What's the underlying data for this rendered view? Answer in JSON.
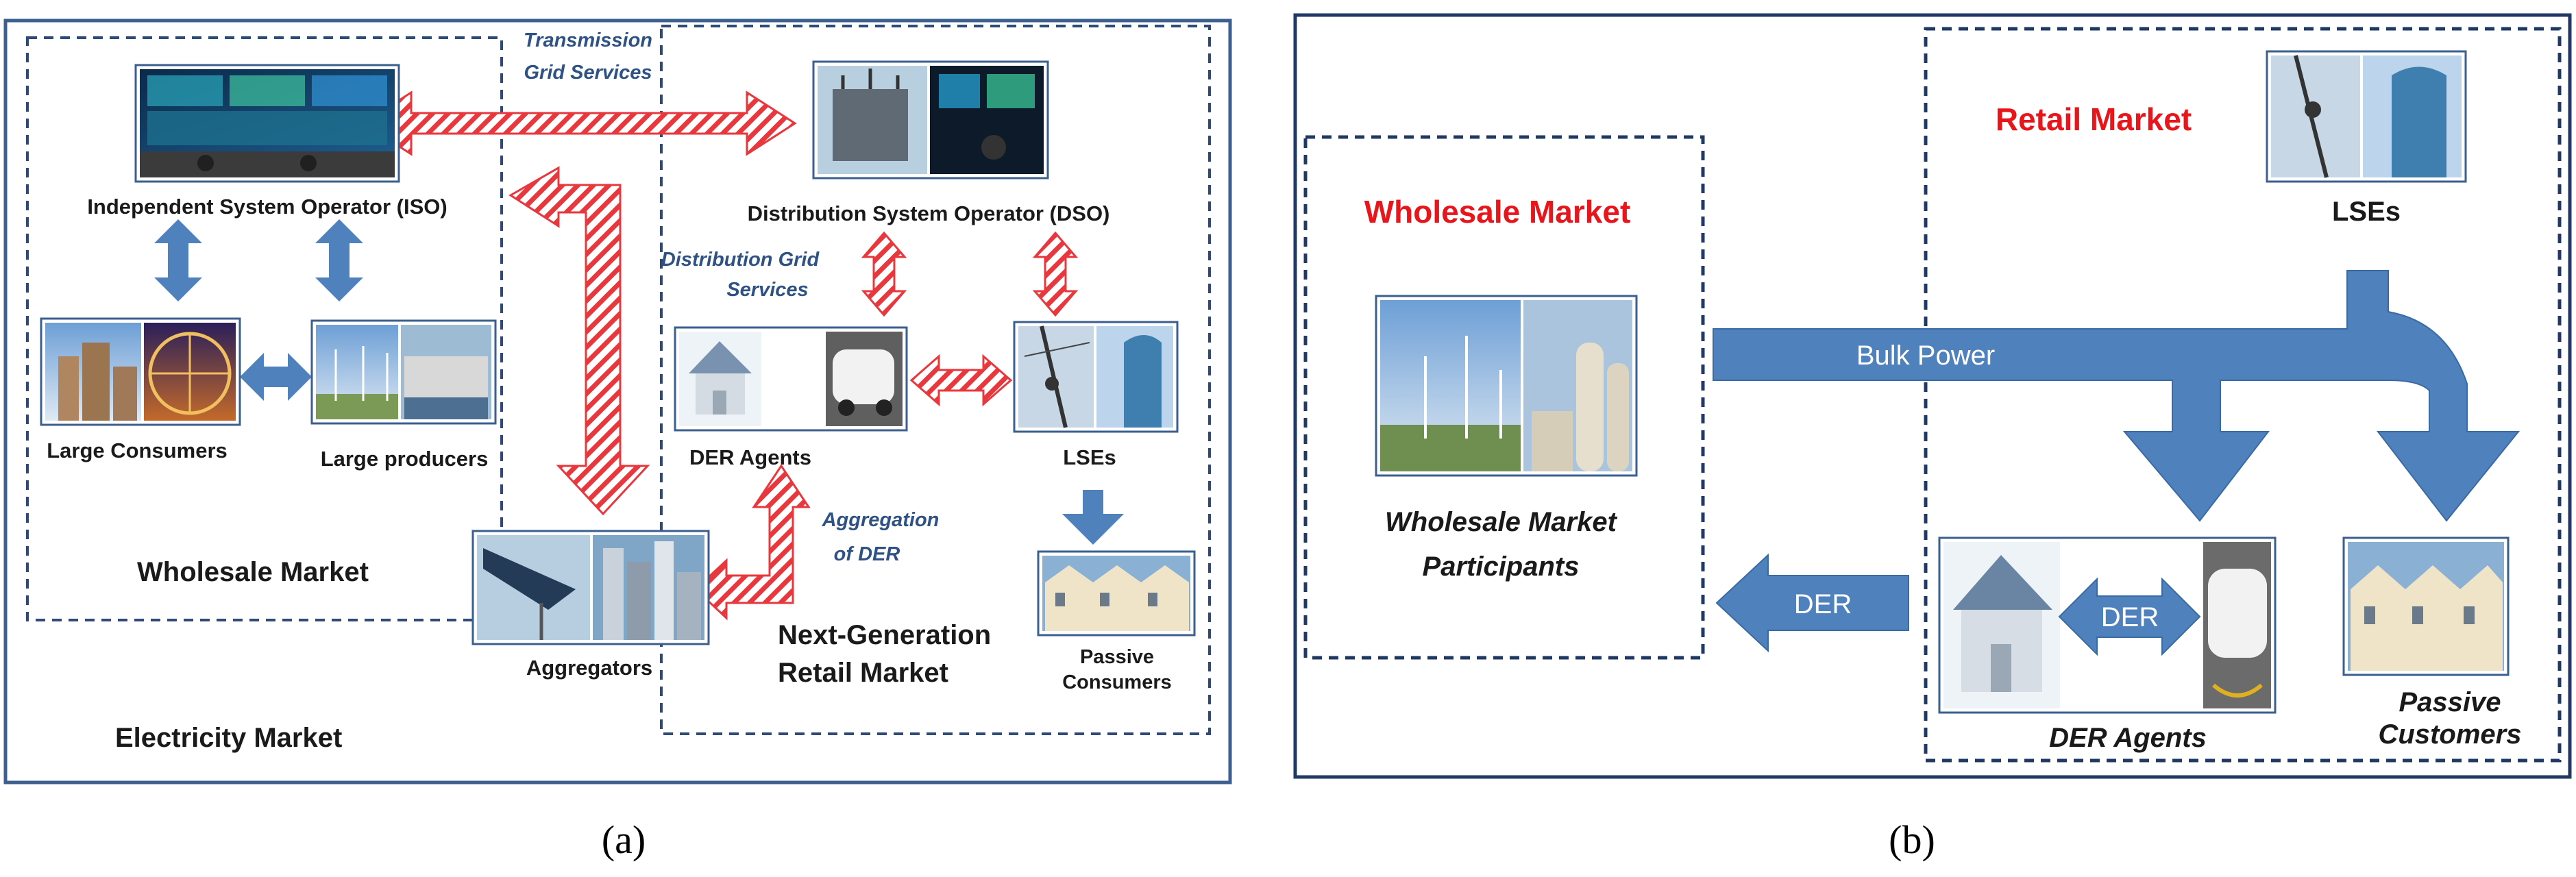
{
  "panel_a": {
    "caption": "(a)",
    "nodes": {
      "iso": "Independent System Operator (ISO)",
      "dso": "Distribution System Operator (DSO)",
      "large_consumers": "Large Consumers",
      "large_producers": "Large producers",
      "der_agents": "DER Agents",
      "lses": "LSEs",
      "aggregators": "Aggregators",
      "passive_consumers_1": "Passive",
      "passive_consumers_2": "Consumers"
    },
    "annotations": {
      "transmission_1": "Transmission",
      "transmission_2": "Grid  Services",
      "distribution_1": "Distribution Grid",
      "distribution_2": "Services",
      "aggregation_1": "Aggregation",
      "aggregation_2": "of DER"
    },
    "regions": {
      "wholesale": "Wholesale Market",
      "retail_1": "Next-Generation",
      "retail_2": "Retail Market",
      "electricity": "Electricity Market"
    }
  },
  "panel_b": {
    "caption": "(b)",
    "regions": {
      "wholesale": "Wholesale Market",
      "retail": "Retail Market"
    },
    "nodes": {
      "lses": "LSEs",
      "participants_1": "Wholesale Market",
      "participants_2": "Participants",
      "der_agents": "DER Agents",
      "passive_1": "Passive",
      "passive_2": "Customers"
    },
    "flows": {
      "bulk_power": "Bulk Power",
      "der": "DER",
      "der_exchange": "DER"
    }
  },
  "colors": {
    "arrow_blue": "#4f81bd",
    "hatch_red": "#e8383d",
    "frame_navy": "#1f3864",
    "title_red": "#e8161b"
  }
}
